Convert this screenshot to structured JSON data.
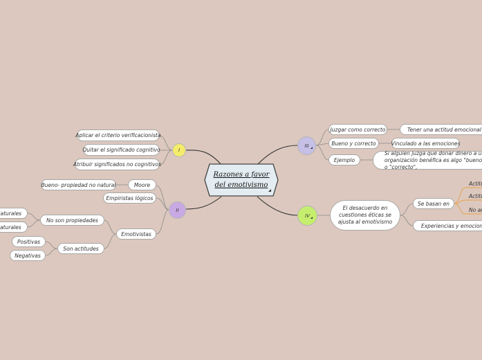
{
  "central": {
    "line1": "Razones a favor",
    "line2": "del emotivismo"
  },
  "branches": {
    "I": {
      "label": "I",
      "items": [
        "Aplicar el criterio verificacionista",
        "Quitar el significado cognitivo",
        "Atribuir significados no cognitivos"
      ]
    },
    "II": {
      "label": "II",
      "moore": "Moore",
      "moore_child": "Bueno- propiedad no natural",
      "empiristas": "Empiristas lógicos",
      "emotivistas": "Emotivistas",
      "no_propiedades": "No son propiedades",
      "naturales_1": "Naturales",
      "naturales_2": "naturales",
      "son_actitudes": "Son actitudes",
      "positivas": "Positivas",
      "negativas": "Negativas"
    },
    "III": {
      "label": "III",
      "juzgar": "Juzgar como correcto",
      "tener": "Tener una actitud emocional positiva",
      "bueno": "Bueno y correcto",
      "vinculado": "Vinculado a las emociones",
      "ejemplo": "Ejemplo",
      "ejemplo_text": "Si alguien juzga que donar dinero a una organización benéfica es algo \"bueno\" o \"correcto\","
    },
    "IV": {
      "label": "IV",
      "main": "El desacuerdo en cuestiones éticas se ajusta al emotivismo",
      "se_basan": "Se basan en",
      "actitud_1": "Actitud",
      "actitud_2": "Actitud",
      "no_an": "No an",
      "experiencias": "Experiencias y emociones propias"
    }
  },
  "colors": {
    "background": "#dcc8be",
    "central_fill": "#e3ecf0",
    "I": "#f4ec6a",
    "II": "#c9a9e3",
    "III": "#c6bfe6",
    "IV": "#c6ee6e",
    "accent_orange": "#e8a24a"
  }
}
